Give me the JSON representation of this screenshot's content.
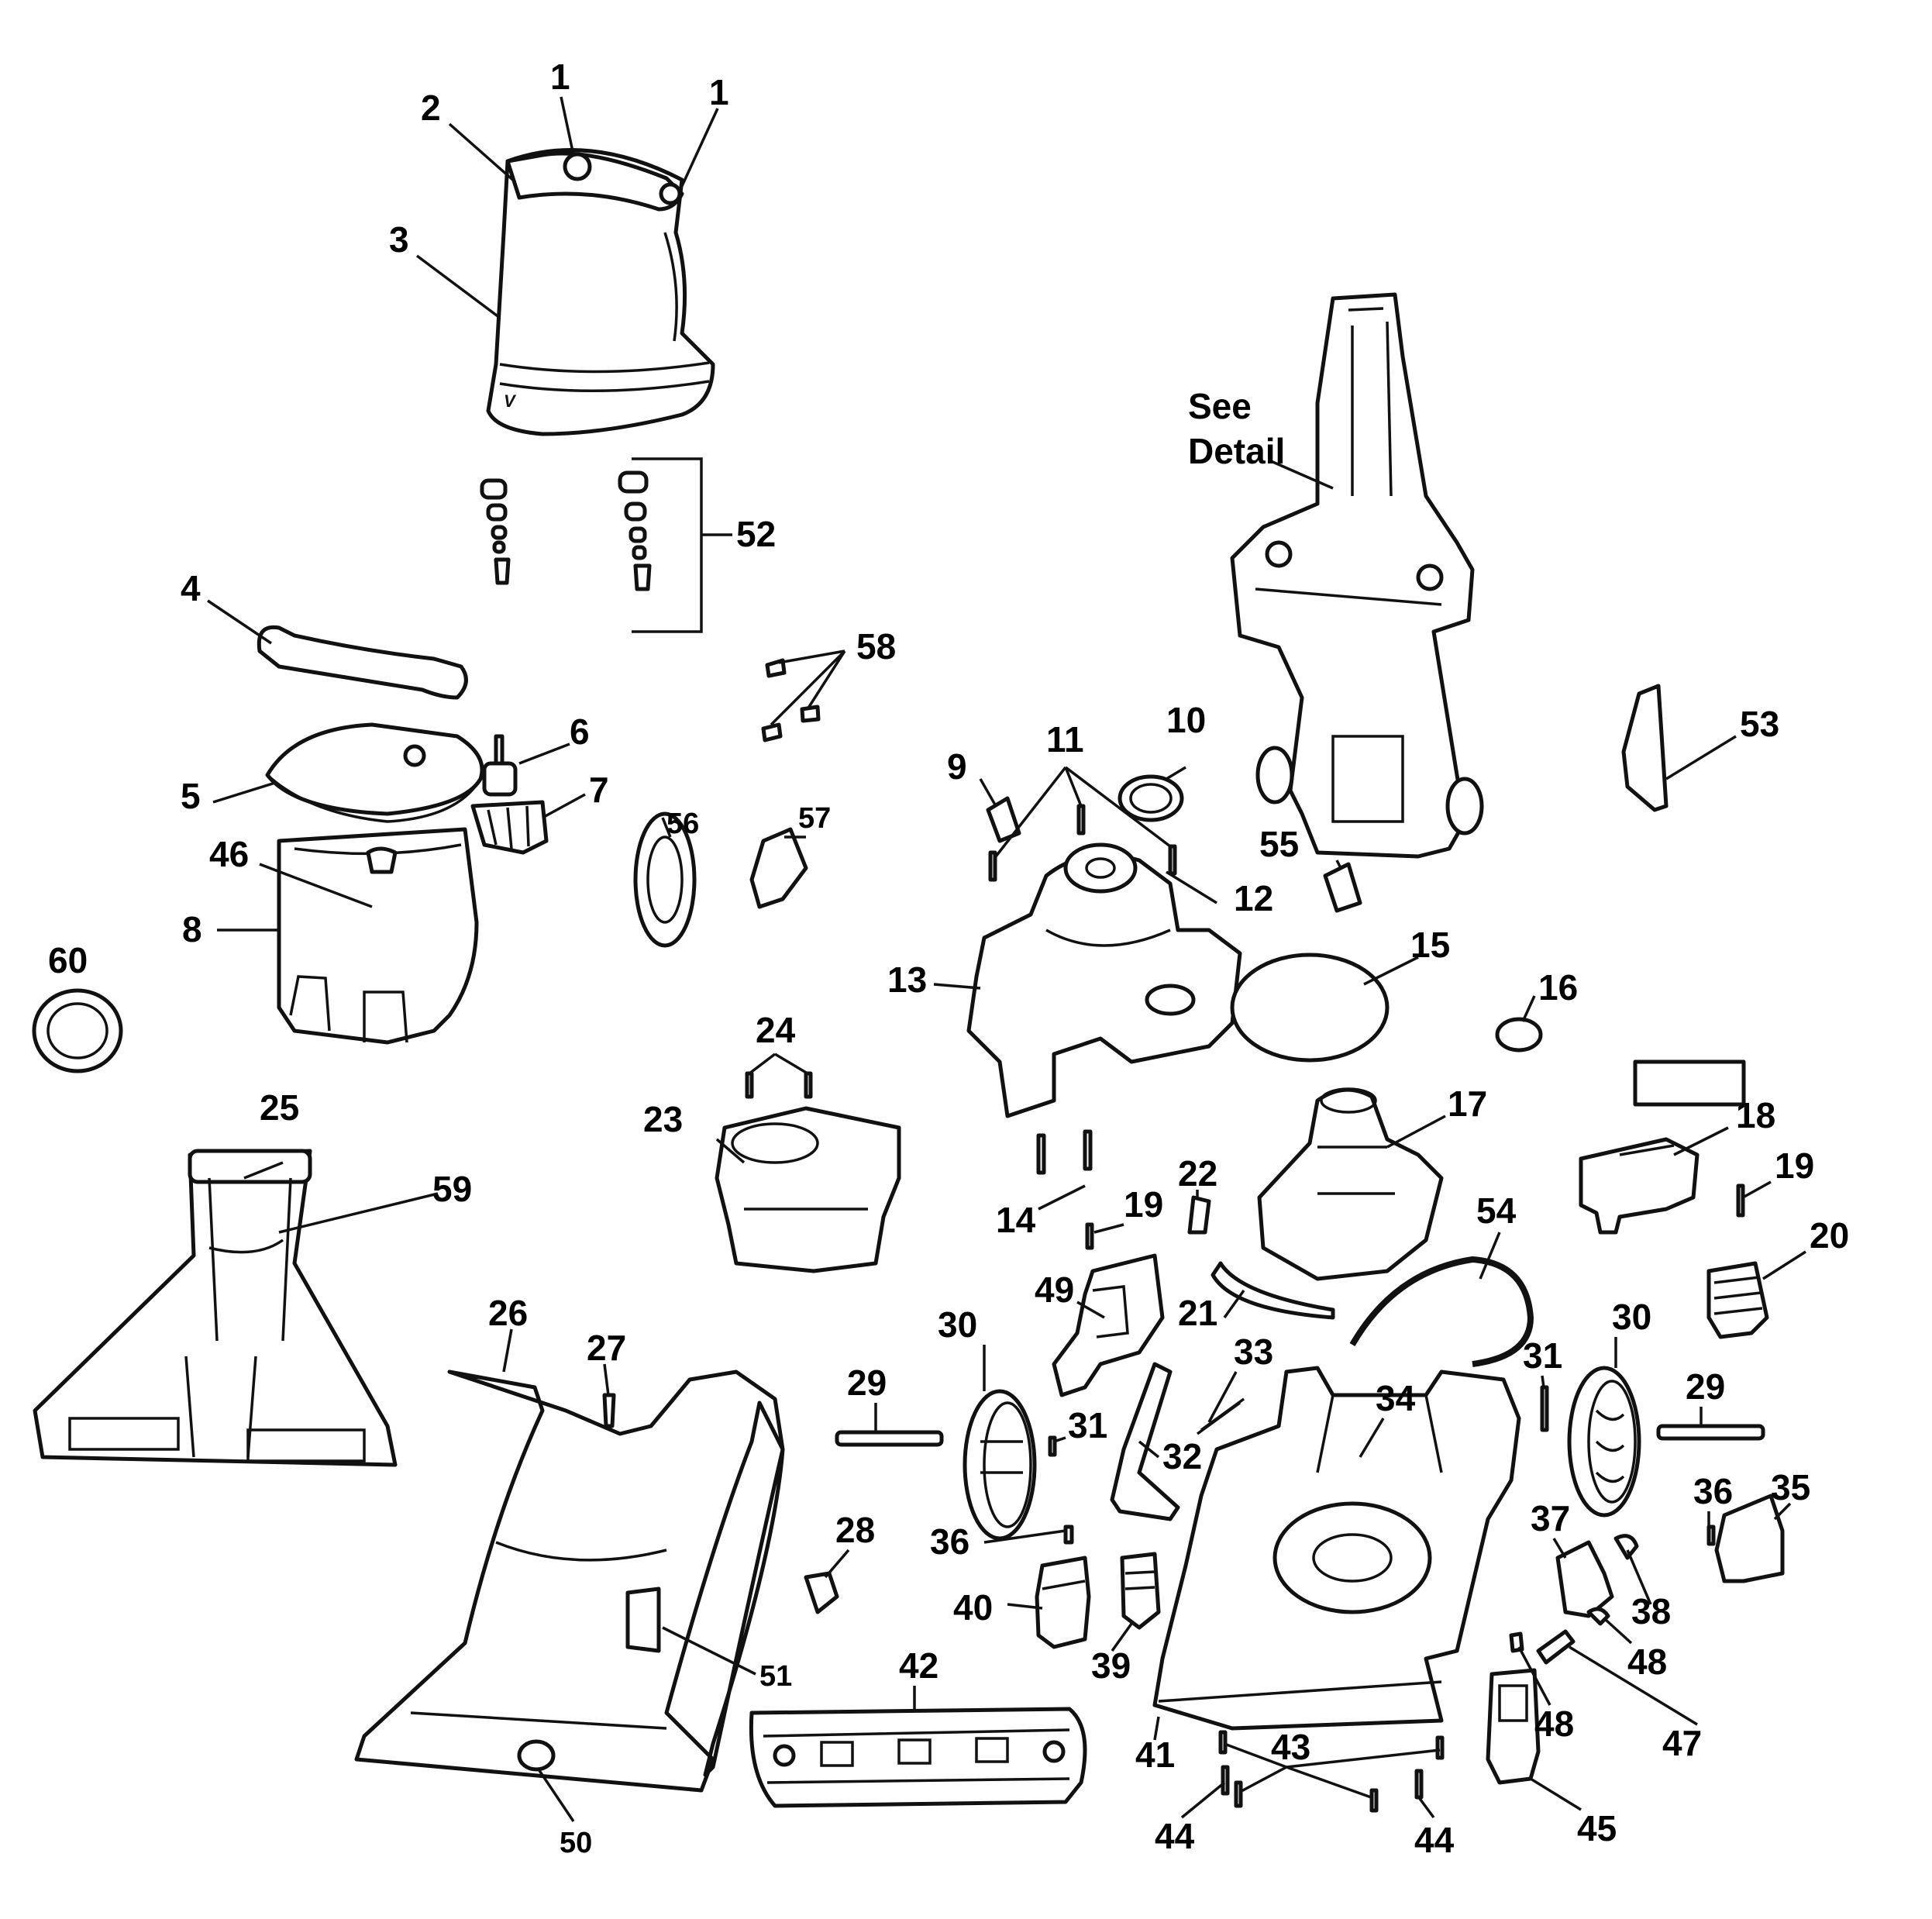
{
  "diagram": {
    "detail_callout": [
      "See",
      "Detail"
    ],
    "brand_mark": "V",
    "part_numbers": [
      "1",
      "1",
      "2",
      "3",
      "52",
      "4",
      "5",
      "6",
      "7",
      "46",
      "8",
      "60",
      "58",
      "56",
      "57",
      "9",
      "11",
      "10",
      "55",
      "53",
      "12",
      "13",
      "15",
      "16",
      "24",
      "23",
      "25",
      "59",
      "14",
      "17",
      "18",
      "22",
      "19",
      "19",
      "20",
      "49",
      "21",
      "54",
      "26",
      "27",
      "30",
      "33",
      "31",
      "30",
      "29",
      "29",
      "31",
      "32",
      "34",
      "36",
      "35",
      "28",
      "36",
      "37",
      "40",
      "38",
      "51",
      "39",
      "48",
      "42",
      "47",
      "48",
      "41",
      "43",
      "44",
      "44",
      "45",
      "50"
    ]
  }
}
